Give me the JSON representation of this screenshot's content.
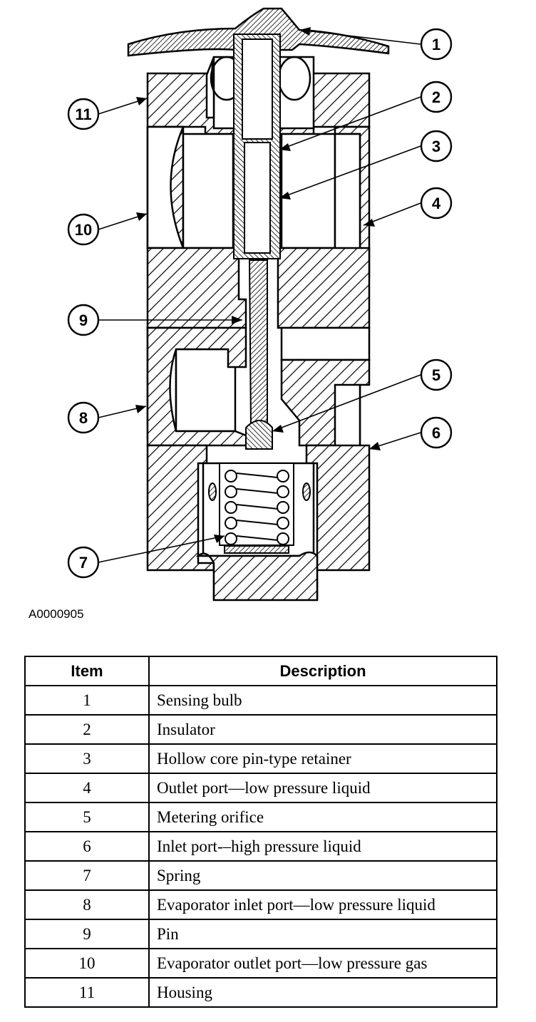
{
  "figure_id": "A0000905",
  "callouts": [
    "1",
    "2",
    "3",
    "4",
    "5",
    "6",
    "7",
    "8",
    "9",
    "10",
    "11"
  ],
  "table": {
    "headers": {
      "item": "Item",
      "description": "Description"
    },
    "rows": [
      {
        "item": "1",
        "description": "Sensing bulb"
      },
      {
        "item": "2",
        "description": "Insulator"
      },
      {
        "item": "3",
        "description": "Hollow core pin-type retainer"
      },
      {
        "item": "4",
        "description": "Outlet port—low pressure liquid"
      },
      {
        "item": "5",
        "description": "Metering orifice"
      },
      {
        "item": "6",
        "description": "Inlet port-–high pressure liquid"
      },
      {
        "item": "7",
        "description": "Spring"
      },
      {
        "item": "8",
        "description": "Evaporator inlet port—low pressure liquid"
      },
      {
        "item": "9",
        "description": "Pin"
      },
      {
        "item": "10",
        "description": "Evaporator outlet port—low pressure gas"
      },
      {
        "item": "11",
        "description": "Housing"
      }
    ]
  }
}
